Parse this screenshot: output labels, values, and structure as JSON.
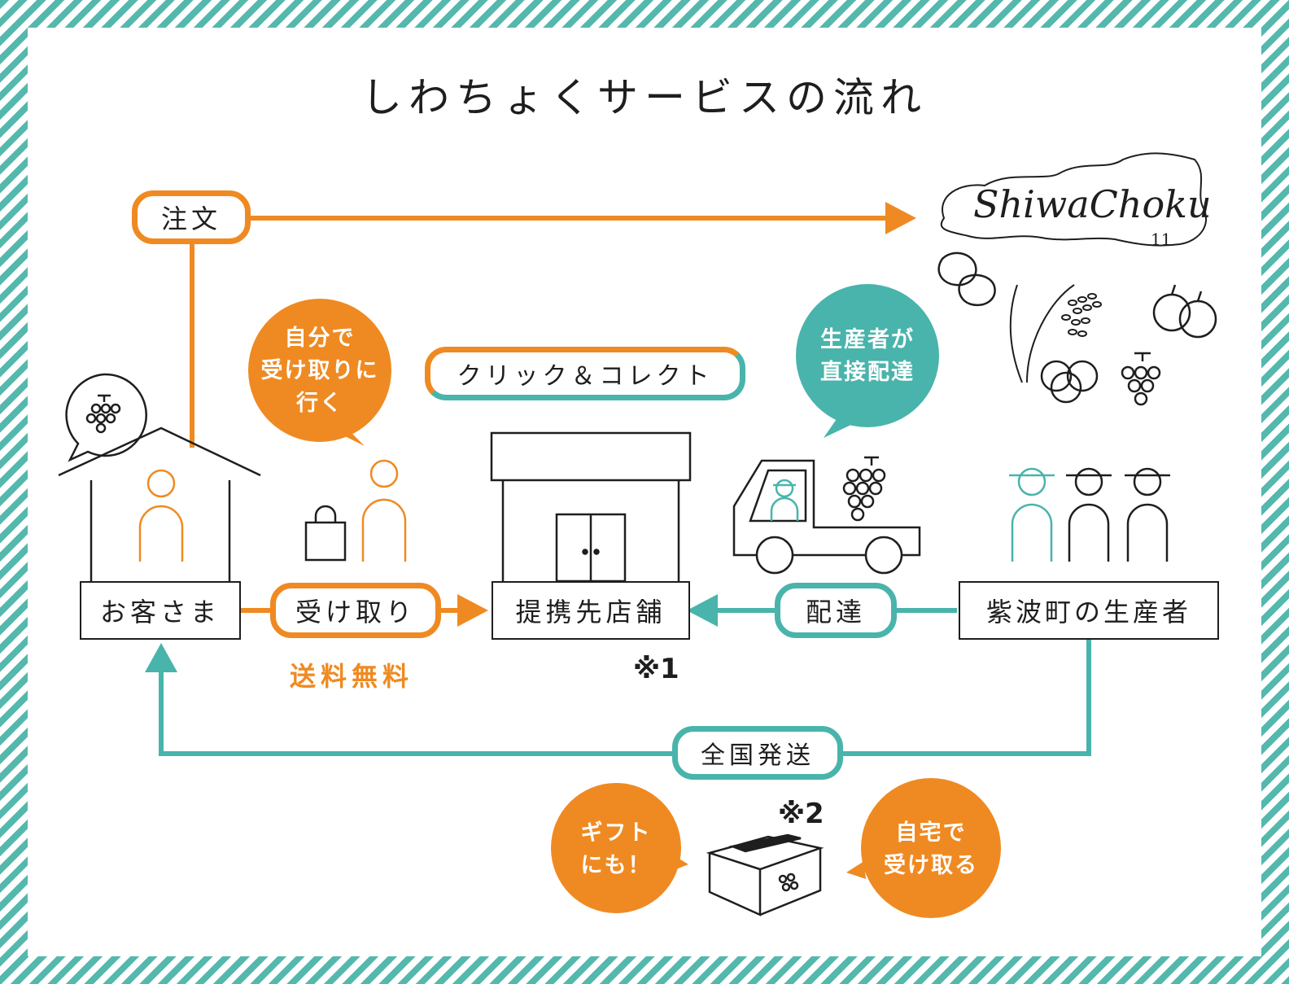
{
  "title": "しわちょくサービスの流れ",
  "colors": {
    "orange": "#ef8a22",
    "teal": "#49b4ab",
    "ink": "#1e1e1e",
    "stripe": "#54b8ad"
  },
  "logo": {
    "script": "ShiwaChoku",
    "number": "11"
  },
  "nodes": {
    "customer": "お客さま",
    "partner_store": "提携先店舗",
    "producers": "紫波町の生産者"
  },
  "flows": {
    "order": "注文",
    "pickup": "受け取り",
    "delivery": "配達",
    "nationwide": "全国発送",
    "click_collect": "クリック＆コレクト"
  },
  "bubbles": {
    "self_pickup": [
      "自分で",
      "受け取りに",
      "行く"
    ],
    "direct_delivery": [
      "生産者が",
      "直接配達"
    ],
    "gift": [
      "ギフト",
      "にも！"
    ],
    "home_receive": [
      "自宅で",
      "受け取る"
    ]
  },
  "labels": {
    "free_shipping": "送料無料",
    "note1": "※1",
    "note2": "※2"
  },
  "icons": [
    "house-icon",
    "grape-speech-icon",
    "person-icon",
    "shopping-bag-icon",
    "store-icon",
    "truck-icon",
    "farmer-icon",
    "box-icon",
    "potato-icon",
    "rice-icon",
    "apple-icon",
    "tomato-icon",
    "grape-icon"
  ]
}
